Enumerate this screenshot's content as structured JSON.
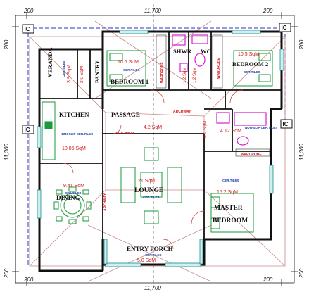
{
  "dimensions": {
    "top_left": "200",
    "top_center": "11,700",
    "top_right": "200",
    "bottom_left": "200",
    "bottom_center": "11,700",
    "bottom_right": "200",
    "left_top": "200",
    "left_center": "11,300",
    "left_bottom": "200",
    "right_top": "200",
    "right_center": "11,300",
    "right_bottom": "200"
  },
  "markers": {
    "inspection_chamber": "IC"
  },
  "rooms": {
    "veranda": {
      "name": "VERANDA",
      "finish": "CER.TILES",
      "area": "3.9 SqM"
    },
    "pantry": {
      "name": "PANTRY",
      "area": "2.0 SqM"
    },
    "bedroom1": {
      "name": "BEDROOM 1",
      "finish": "CER.TILES",
      "area": "10.5 SqM"
    },
    "shwr": {
      "name": "SHWR",
      "area": "1.2 SqM"
    },
    "wc": {
      "name": "WC",
      "area": "1.2 SqM"
    },
    "bedroom2": {
      "name": "BEDROOM 2",
      "finish": "CER.TILES",
      "area": "10.5 SqM"
    },
    "kitchen": {
      "name": "KITCHEN",
      "finish": "NON-SLIP CER.TILES",
      "area": "10.85 SqM"
    },
    "passage": {
      "name": "PASSAGE",
      "area": "4.2 SqM"
    },
    "lobby": {
      "area": "0.9 SqM"
    },
    "ensuite": {
      "finish": "NON-SLIP CER.TILES",
      "area": "4.12 SqM"
    },
    "dining": {
      "name": "DINING",
      "finish": "CER.TILES",
      "area": "9.41 SqM"
    },
    "lounge": {
      "name": "LOUNGE",
      "finish": "CER.TILES",
      "area": "21 SqM"
    },
    "master": {
      "name": "MASTER",
      "name2": "BEDROOM",
      "finish": "CER.TILES",
      "area": "15.2 SqM"
    },
    "porch": {
      "name": "ENTRY PORCH",
      "finish": "CER.TILES",
      "area": "5.0 SqM"
    }
  },
  "labels": {
    "wardrobe": "WARDROBE",
    "archway": "ARCHWAY"
  }
}
